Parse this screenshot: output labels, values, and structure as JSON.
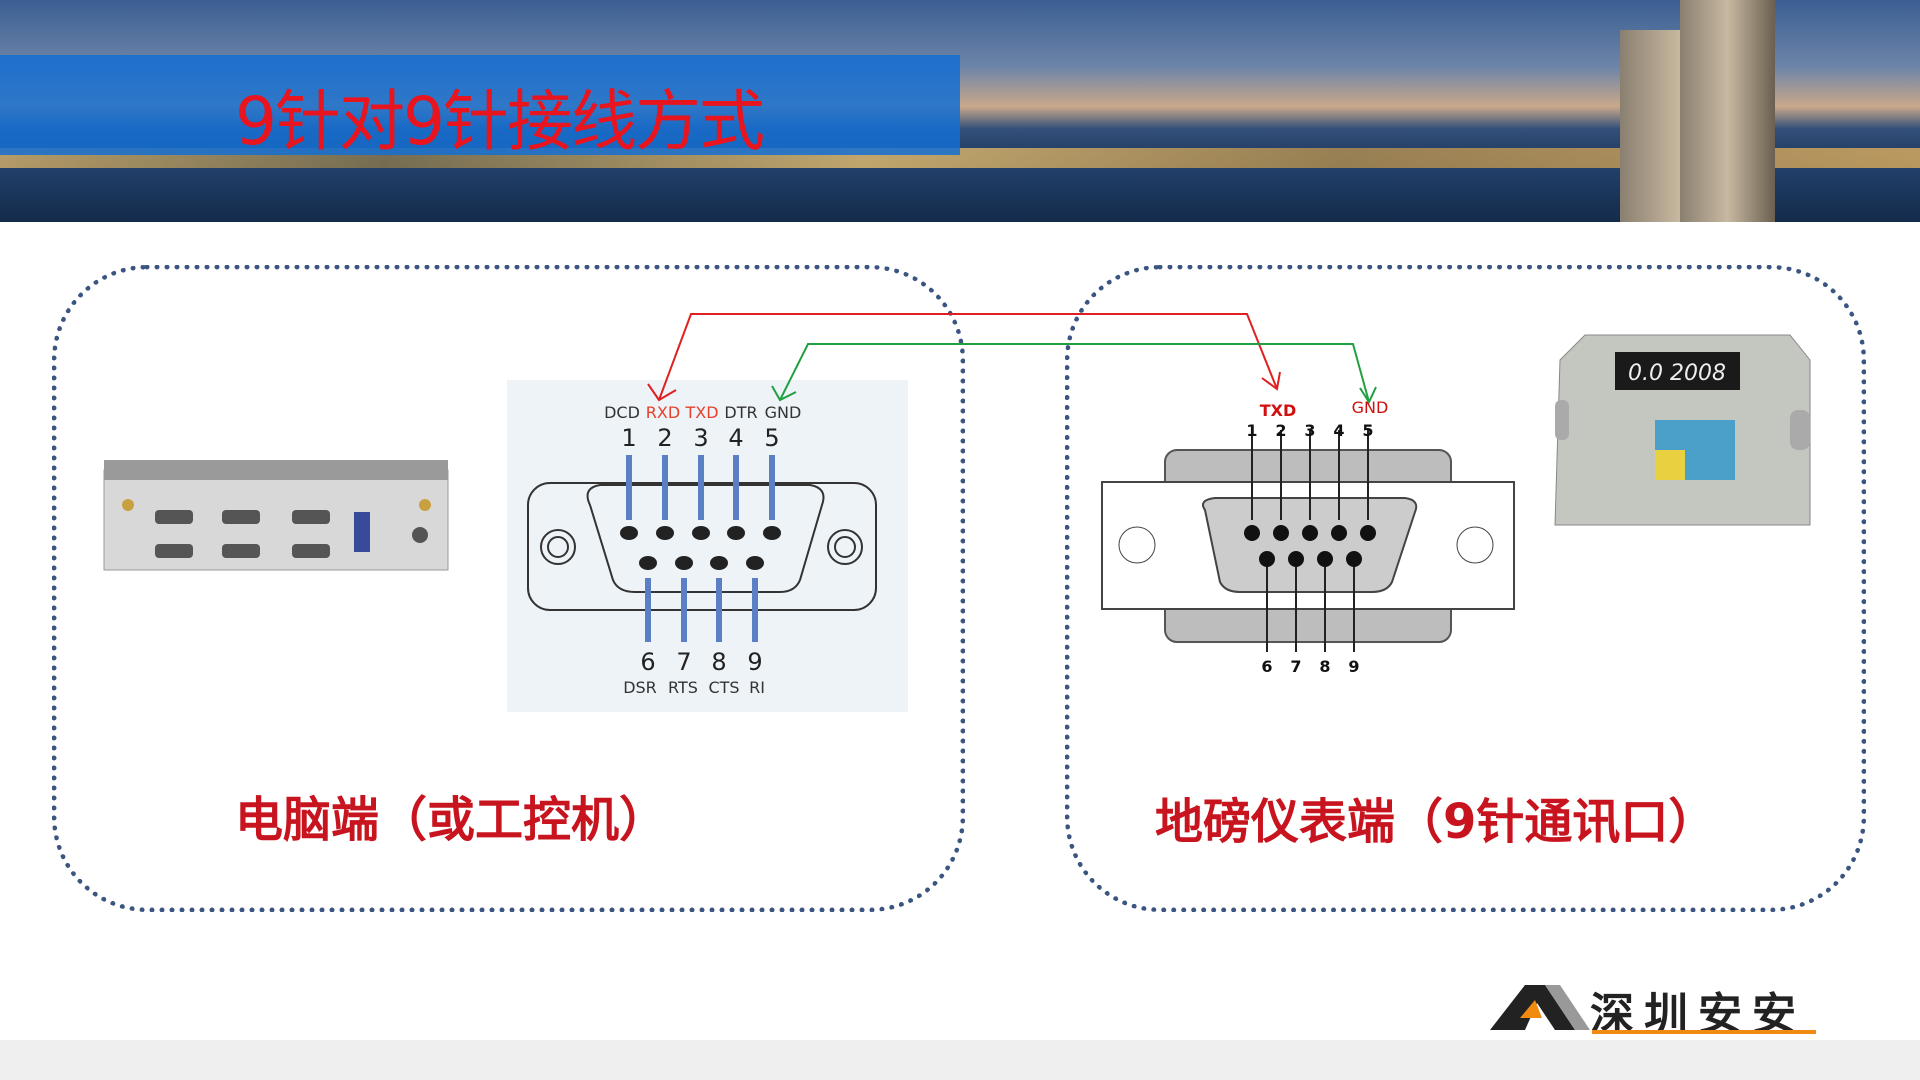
{
  "title": "9针对9针接线方式",
  "left_panel": {
    "label": "电脑端（或工控机）",
    "connector": {
      "top_signals": [
        "DCD",
        "RXD",
        "TXD",
        "DTR",
        "GND"
      ],
      "top_pins": [
        "1",
        "2",
        "3",
        "4",
        "5"
      ],
      "bottom_pins": [
        "6",
        "7",
        "8",
        "9"
      ],
      "bottom_signals": [
        "DSR",
        "RTS",
        "CTS",
        "RI"
      ]
    }
  },
  "right_panel": {
    "label": "地磅仪表端（9针通讯口）",
    "connector": {
      "signals": [
        "TXD",
        "GND"
      ],
      "top_pins": [
        "1",
        "2",
        "3",
        "4",
        "5"
      ],
      "bottom_pins": [
        "6",
        "7",
        "8",
        "9"
      ]
    },
    "display_reading": "0.0  2008"
  },
  "logo": {
    "text": "深圳安安"
  },
  "colors": {
    "title": "#e8141e",
    "label": "#c8141e",
    "wire_txd_rxd": "#e02020",
    "wire_gnd": "#20a040",
    "pin_line": "#5b7fc4",
    "dotted_border": "#3a5580",
    "logo_accent": "#f08a10"
  }
}
